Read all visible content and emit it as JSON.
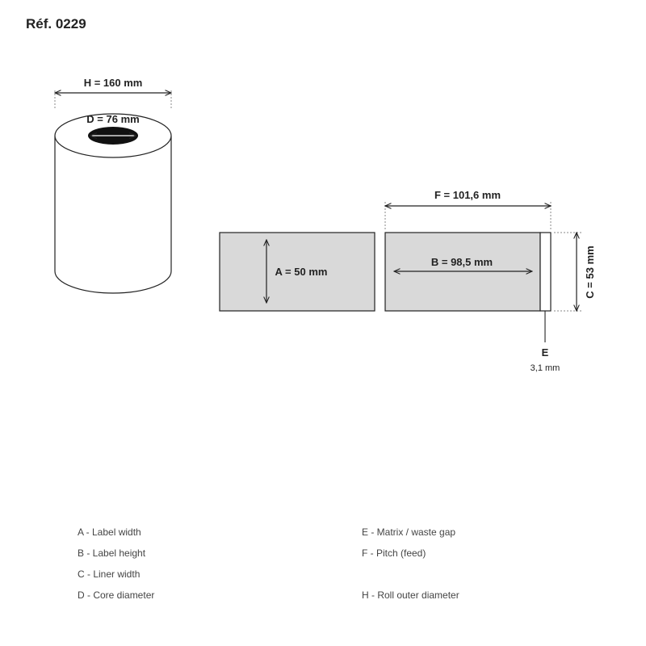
{
  "header": {
    "ref": "Réf. 0229"
  },
  "dimensions": {
    "H": "H = 160 mm",
    "D": "D = 76 mm",
    "F": "F = 101,6 mm",
    "A": "A = 50 mm",
    "B": "B = 98,5 mm",
    "C": "C = 53 mm",
    "E_letter": "E",
    "E_value": "3,1 mm"
  },
  "legend": {
    "col1": [
      "A - Label width",
      "B - Label height",
      "C - Liner width",
      "D - Core diameter"
    ],
    "col2": [
      "E - Matrix / waste gap",
      "F - Pitch (feed)",
      "H - Roll outer diameter"
    ]
  },
  "colors": {
    "label_fill": "#d9d9d9",
    "stroke": "#222222",
    "background": "#ffffff"
  }
}
